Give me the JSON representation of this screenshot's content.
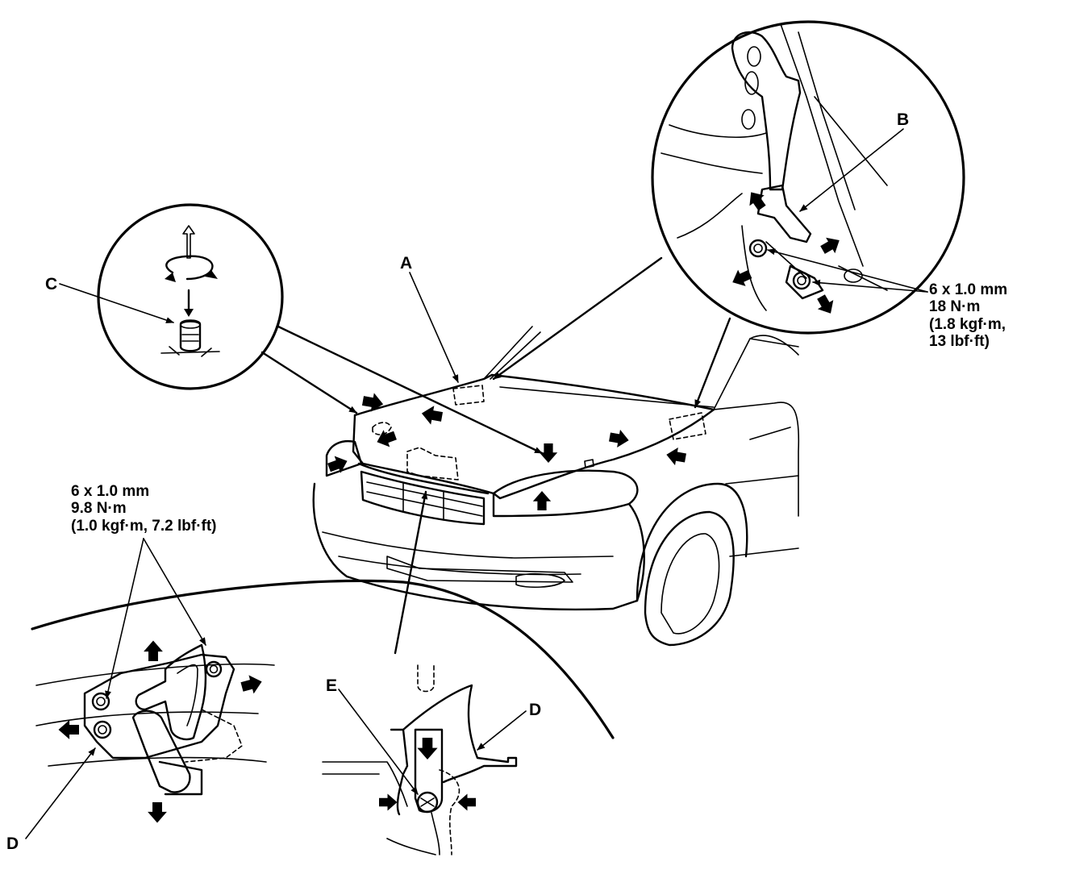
{
  "labels": {
    "a": "A",
    "b": "B",
    "c": "C",
    "d_left": "D",
    "d_right": "D",
    "e": "E"
  },
  "spec_hinge": {
    "line1": "6 x 1.0 mm",
    "line2": "18 N·m",
    "line3": "(1.8 kgf·m,",
    "line4": "13 lbf·ft)"
  },
  "spec_latch": {
    "line1": "6 x 1.0 mm",
    "line2": "9.8 N·m",
    "line3": "(1.0 kgf·m, 7.2 lbf·ft)"
  },
  "icons": [
    "arrow-up-icon",
    "rotate-icon",
    "arrow-down-icon"
  ],
  "colors": {
    "ink": "#000000",
    "paper": "#ffffff"
  }
}
